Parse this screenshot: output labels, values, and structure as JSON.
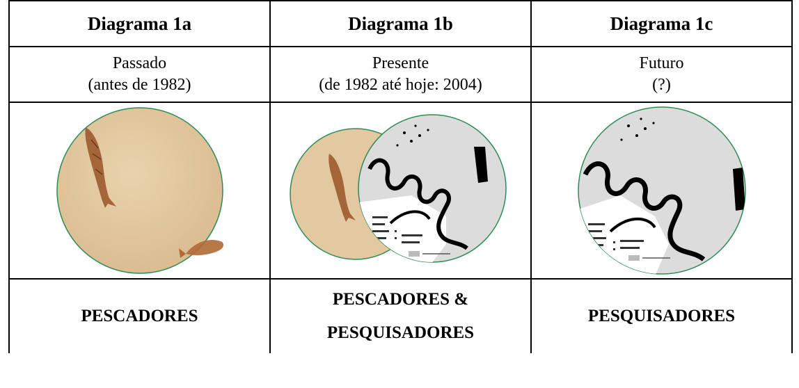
{
  "columns": [
    {
      "title": "Diagrama 1a",
      "period": "Passado",
      "range": "(antes de 1982)",
      "label_line1": "PESCADORES",
      "label_line2": ""
    },
    {
      "title": "Diagrama 1b",
      "period": "Presente",
      "range": "(de 1982 até hoje: 2004)",
      "label_line1": "PESCADORES &",
      "label_line2": "PESQUISADORES"
    },
    {
      "title": "Diagrama 1c",
      "period": "Futuro",
      "range": "(?)",
      "label_line1": "PESQUISADORES",
      "label_line2": ""
    }
  ],
  "colors": {
    "fossil_bg": "#e3c9a1",
    "map_bg": "#dcdcdc",
    "circle_stroke": "#2e8b57",
    "river": "#000000"
  }
}
